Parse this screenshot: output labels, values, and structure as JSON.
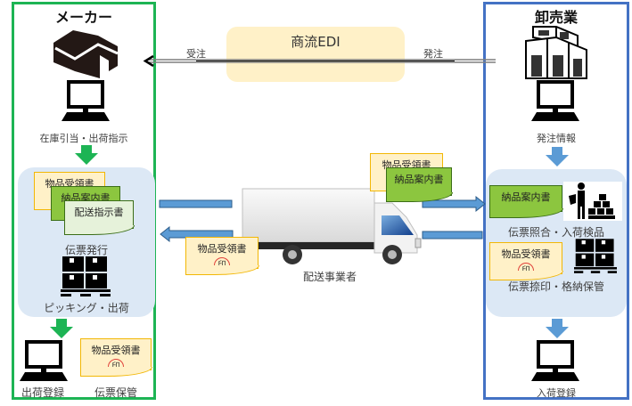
{
  "maker": {
    "title": "メーカー",
    "step_allocation": "在庫引当・出荷指示",
    "step_issue": "伝票発行",
    "step_picking": "ピッキング・出荷",
    "step_ship_register": "出荷登録",
    "step_doc_storage": "伝票保管",
    "docs": {
      "receipt": "物品受領書",
      "delivery_note": "納品案内書",
      "shipping_instruction": "配送指示書",
      "stamped_receipt": "物品受領書",
      "stamp": "印"
    },
    "frame_color": "#1db454"
  },
  "wholesaler": {
    "title": "卸売業",
    "step_order_info": "発注情報",
    "step_check": "伝票照合・入荷検品",
    "step_stamp_store": "伝票捺印・格納保管",
    "step_receive_register": "入荷登録",
    "docs": {
      "delivery_note": "納品案内書",
      "stamped_receipt": "物品受領書",
      "stamp": "印"
    },
    "frame_color": "#4472c4"
  },
  "edi": {
    "title": "商流EDI",
    "label_receive_order": "受注",
    "label_place_order": "発注"
  },
  "carrier": {
    "label": "配送事業者",
    "docs_out": {
      "receipt": "物品受領書",
      "delivery_note": "納品案内書"
    },
    "docs_back": {
      "stamped_receipt": "物品受領書",
      "stamp": "印"
    }
  },
  "colors": {
    "green_arrow": "#1db454",
    "blue_arrow": "#5b9bd5",
    "panel": "#dce8f5",
    "edi_bg": "#fff1c8",
    "doc_yellow": "#fff1c8",
    "doc_green": "#8cc63f"
  }
}
